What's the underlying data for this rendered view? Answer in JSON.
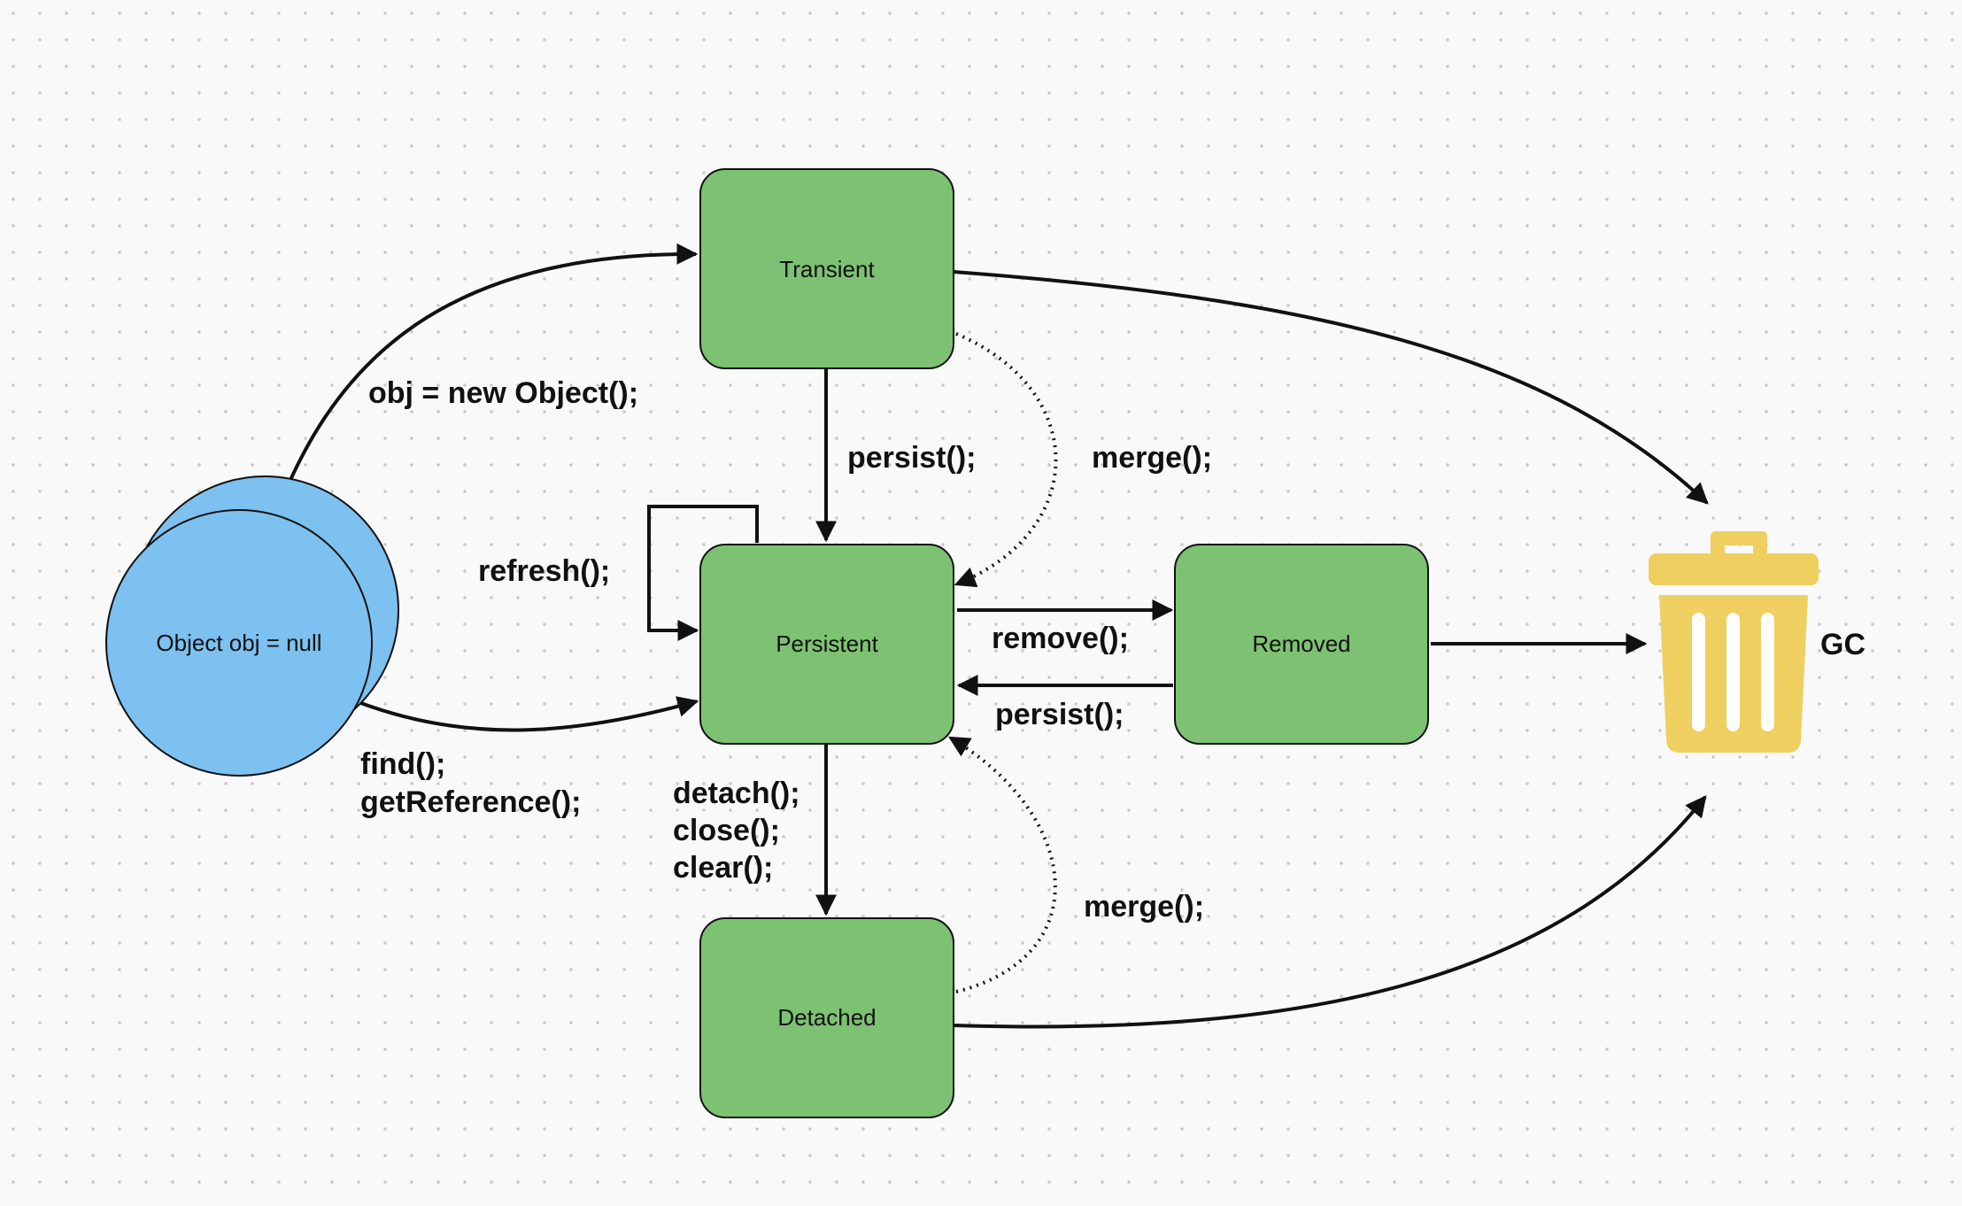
{
  "nodes": {
    "object": "Object obj = null",
    "transient": "Transient",
    "persistent": "Persistent",
    "removed": "Removed",
    "detached": "Detached",
    "gc": "GC"
  },
  "edges": {
    "new_object": "obj = new Object();",
    "persist_from_transient": "persist();",
    "merge_from_transient": "merge();",
    "refresh": "refresh();",
    "find": "find();",
    "get_reference": "getReference();",
    "remove": "remove();",
    "persist_from_removed": "persist();",
    "detach": "detach();",
    "close": "close();",
    "clear": "clear();",
    "merge_from_detached": "merge();"
  },
  "colors": {
    "state_fill": "#7dc272",
    "object_fill": "#7cc1f0",
    "gc_bin": "#efcf5f",
    "stroke": "#111111"
  },
  "icons": {
    "gc": "trash-can-icon"
  }
}
